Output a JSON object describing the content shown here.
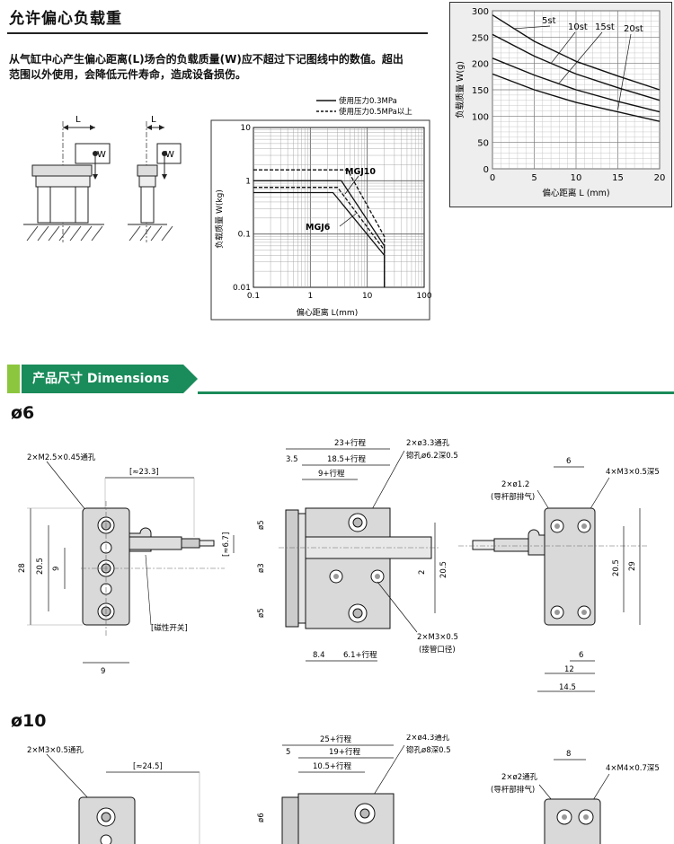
{
  "section1": {
    "title": "允许偏心负载重",
    "desc_line1": "从气缸中心产生偏心距离(L)场合的负载质量(W)应不超过下记图线中的数值。超出",
    "desc_line2": "范围以外使用，会降低元件寿命，造成设备损伤。"
  },
  "sketch": {
    "L": "L",
    "W": "W"
  },
  "chart_data": [
    {
      "type": "line",
      "title": "",
      "xlabel": "偏心距离 L(mm)",
      "ylabel": "负载质量 W(kg)",
      "xscale": "log",
      "yscale": "log",
      "xlim": [
        0.1,
        100
      ],
      "ylim": [
        0.01,
        10
      ],
      "xticks": [
        "0.1",
        "1",
        "10",
        "100"
      ],
      "yticks": [
        "0.01",
        "0.1",
        "1",
        "10"
      ],
      "legend": [
        {
          "style": "solid",
          "label": "使用压力0.3MPa"
        },
        {
          "style": "dashed",
          "label": "使用压力0.5MPa以上"
        }
      ],
      "legend_position": "top-right",
      "grid": true,
      "series": [
        {
          "name": "MGJ10",
          "style": "solid",
          "x": [
            0.1,
            3.5,
            20,
            20
          ],
          "y": [
            1.0,
            1.0,
            0.06,
            0.01
          ]
        },
        {
          "name": "MGJ10",
          "style": "dashed",
          "x": [
            0.1,
            4.5,
            20,
            20
          ],
          "y": [
            1.6,
            1.6,
            0.09,
            0.01
          ]
        },
        {
          "name": "MGJ6",
          "style": "solid",
          "x": [
            0.1,
            2.5,
            20,
            20
          ],
          "y": [
            0.6,
            0.6,
            0.04,
            0.01
          ]
        },
        {
          "name": "MGJ6",
          "style": "dashed",
          "x": [
            0.1,
            3.0,
            20,
            20
          ],
          "y": [
            0.75,
            0.75,
            0.05,
            0.01
          ]
        }
      ],
      "annotations": [
        "MGJ10",
        "MGJ6"
      ]
    },
    {
      "type": "line",
      "title": "",
      "xlabel": "偏心距离 L (mm)",
      "ylabel": "负载质量 W(g)",
      "xlim": [
        0,
        20
      ],
      "ylim": [
        0,
        300
      ],
      "xticks": [
        "0",
        "5",
        "10",
        "15",
        "20"
      ],
      "yticks": [
        "0",
        "50",
        "100",
        "150",
        "200",
        "250",
        "300"
      ],
      "grid": true,
      "series": [
        {
          "name": "5st",
          "x": [
            0,
            5,
            10,
            15,
            20
          ],
          "y": [
            292,
            242,
            204,
            176,
            150
          ]
        },
        {
          "name": "10st",
          "x": [
            0,
            5,
            10,
            15,
            20
          ],
          "y": [
            255,
            214,
            180,
            154,
            130
          ]
        },
        {
          "name": "15st",
          "x": [
            0,
            5,
            10,
            15,
            20
          ],
          "y": [
            210,
            178,
            150,
            128,
            108
          ]
        },
        {
          "name": "20st",
          "x": [
            0,
            5,
            10,
            15,
            20
          ],
          "y": [
            180,
            150,
            126,
            108,
            90
          ]
        }
      ]
    }
  ],
  "banner": {
    "title": "产品尺寸 Dimensions",
    "color": "#1a8b5a"
  },
  "phi6": {
    "label": "ø6",
    "left": {
      "hole": "2×M2.5×0.45通孔",
      "approx": "[≈23.3]",
      "d28": "28",
      "d205": "20.5",
      "d9v": "9",
      "d67": "[≈6.7]",
      "switch": "[磁性开关]",
      "d9h": "9"
    },
    "mid": {
      "stroke23": "23+行程",
      "d35": "3.5",
      "stroke185": "18.5+行程",
      "stroke9": "9+行程",
      "hole1": "2×ø3.3通孔",
      "hole2": "锪孔ø6.2深0.5",
      "d5a": "ø5",
      "d3": "ø3",
      "d5b": "ø5",
      "d2": "2",
      "d205": "20.5",
      "d84": "8.4",
      "stroke61": "6.1+行程",
      "port": "2×M3×0.5",
      "port2": "(接管口径)"
    },
    "right": {
      "d6top": "6",
      "hole1": "2×ø1.2",
      "hole1b": "(导杆部排气)",
      "hole2": "4×M3×0.5深5",
      "d205": "20.5",
      "d29": "29",
      "d6b": "6",
      "d12": "12",
      "d145": "14.5"
    }
  },
  "phi10": {
    "label": "ø10",
    "left": {
      "hole": "2×M3×0.5通孔",
      "approx": "[≈24.5]"
    },
    "mid": {
      "d5": "5",
      "stroke25": "25+行程",
      "stroke19": "19+行程",
      "stroke105": "10.5+行程",
      "hole1": "2×ø4.3通孔",
      "hole2": "锪孔ø8深0.5",
      "d6": "ø6"
    },
    "right": {
      "d8": "8",
      "hole1": "2×ø2通孔",
      "hole1b": "(导杆部排气)",
      "hole2": "4×M4×0.7深5"
    }
  }
}
